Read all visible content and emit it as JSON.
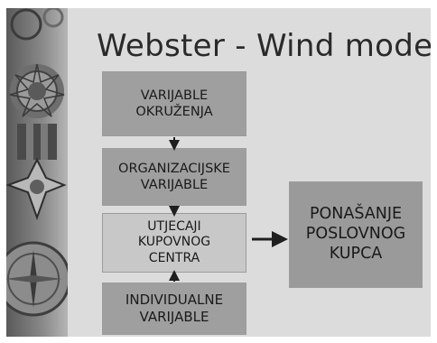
{
  "title": "Webster - Wind model",
  "boxes": {
    "environment": {
      "line1": "VARIJABLE",
      "line2": "OKRUŽENJA"
    },
    "organizational": {
      "line1": "ORGANIZACIJSKE",
      "line2": "VARIJABLE"
    },
    "buying_center": {
      "line1": "UTJECAJI",
      "line2": "KUPOVNOG",
      "line3": "CENTRA"
    },
    "individual": {
      "line1": "INDIVIDUALNE",
      "line2": "VARIJABLE"
    },
    "behavior": {
      "line1": "PONAŠANJE",
      "line2": "POSLOVNOG",
      "line3": "KUPCA"
    }
  },
  "colors": {
    "slide_bg": "#dcdcdc",
    "box_dark": "#9f9f9f",
    "box_light": "#c8c8c8",
    "arrow": "#1f1f1f"
  }
}
